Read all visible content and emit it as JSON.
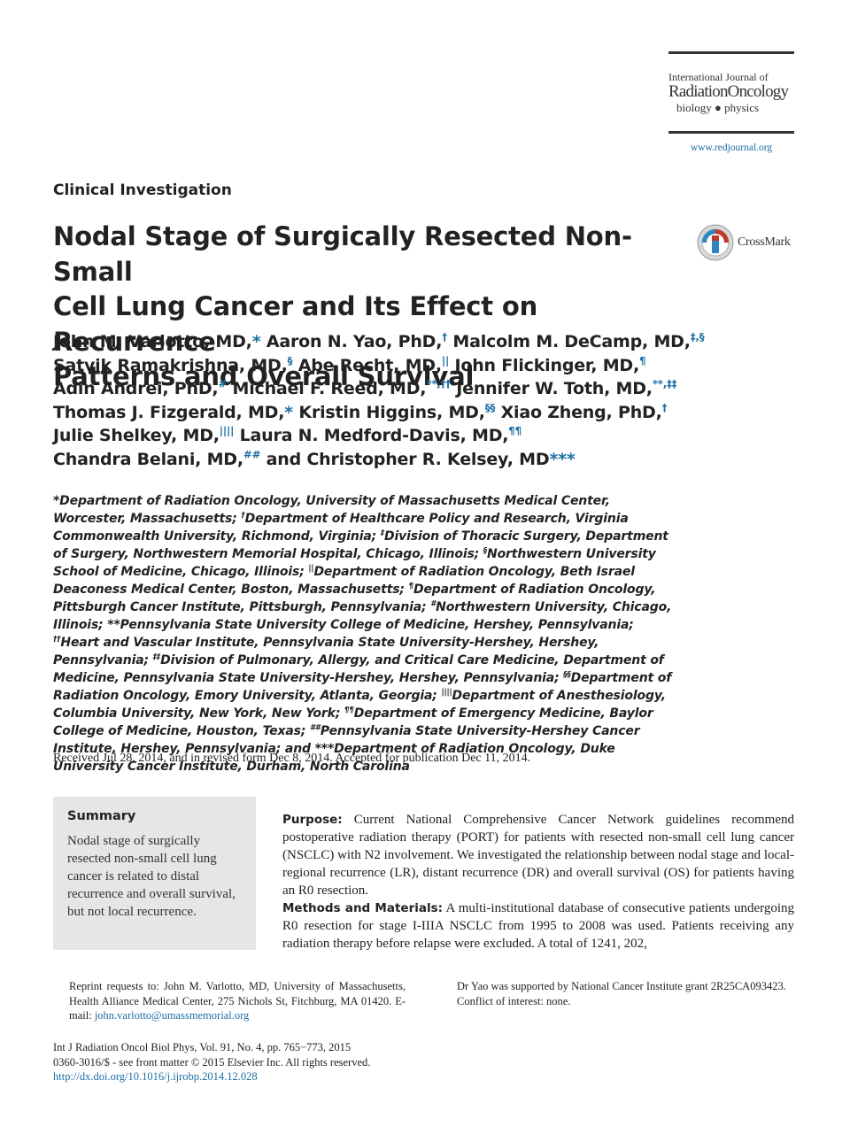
{
  "journal": {
    "line1": "International Journal of",
    "line2": "RadiationOncology",
    "line3": "biology ● physics",
    "url": "www.redjournal.org"
  },
  "section_label": "Clinical Investigation",
  "title": [
    "Nodal Stage of Surgically Resected Non-Small",
    "Cell Lung Cancer and Its Effect on Recurrence",
    "Patterns and Overall Survival"
  ],
  "crossmark": "CrossMark",
  "authors": {
    "l1a": "John M. Varlotto, MD,",
    "l1a_sup": "*",
    "l1b": " Aaron N. Yao, PhD,",
    "l1b_sup": "†",
    "l1c": " Malcolm M. DeCamp, MD,",
    "l1c_sup": "‡,§",
    "l2a": "Satvik Ramakrishna, MD,",
    "l2a_sup": "§",
    "l2b": " Abe Recht, MD,",
    "l2b_sup": "||",
    "l2c": " John Flickinger, MD,",
    "l2c_sup": "¶",
    "l3a": "Adin Andrei, PhD,",
    "l3a_sup": "#",
    "l3b": " Michael F. Reed, MD,",
    "l3b_sup": "**,††",
    "l3c": " Jennifer W. Toth, MD,",
    "l3c_sup": "**,‡‡",
    "l4a": "Thomas J. Fizgerald, MD,",
    "l4a_sup": "*",
    "l4b": " Kristin Higgins, MD,",
    "l4b_sup": "§§",
    "l4c": " Xiao Zheng, PhD,",
    "l4c_sup": "†",
    "l5a": "Julie Shelkey, MD,",
    "l5a_sup": "||||",
    "l5b": " Laura N. Medford-Davis, MD,",
    "l5b_sup": "¶¶",
    "l6a": "Chandra Belani, MD,",
    "l6a_sup": "##",
    "l6b": " and Christopher R. Kelsey, MD",
    "l6b_sup": "***"
  },
  "affiliations": {
    "a1": "*Department of Radiation Oncology, University of Massachusetts Medical Center, Worcester, Massachusetts; ",
    "s2": "†",
    "a2": "Department of Healthcare Policy and Research, Virginia Commonwealth University, Richmond, Virginia; ",
    "s3": "‡",
    "a3": "Division of Thoracic Surgery, Department of Surgery, Northwestern Memorial Hospital, Chicago, Illinois; ",
    "s4": "§",
    "a4": "Northwestern University School of Medicine, Chicago, Illinois; ",
    "s5": "||",
    "a5": "Department of Radiation Oncology, Beth Israel Deaconess Medical Center, Boston, Massachusetts; ",
    "s6": "¶",
    "a6": "Department of Radiation Oncology, Pittsburgh Cancer Institute, Pittsburgh, Pennsylvania; ",
    "s7": "#",
    "a7": "Northwestern University, Chicago, Illinois; **Pennsylvania State University College of Medicine, Hershey, Pennsylvania; ",
    "s8": "††",
    "a8": "Heart and Vascular Institute, Pennsylvania State University-Hershey, Hershey, Pennsylvania; ",
    "s9": "‡‡",
    "a9": "Division of Pulmonary, Allergy, and Critical Care Medicine, Department of Medicine, Pennsylvania State University-Hershey, Hershey, Pennsylvania; ",
    "s10": "§§",
    "a10": "Department of Radiation Oncology, Emory University, Atlanta, Georgia; ",
    "s11": "||||",
    "a11": "Department of Anesthesiology, Columbia University, New York, New York; ",
    "s12": "¶¶",
    "a12": "Department of Emergency Medicine, Baylor College of Medicine, Houston, Texas; ",
    "s13": "##",
    "a13": "Pennsylvania State University-Hershey Cancer Institute, Hershey, Pennsylvania; and ***Department of Radiation Oncology, Duke University Cancer Institute, Durham, North Carolina"
  },
  "received": "Received Jul 28, 2014, and in revised form Dec 8, 2014. Accepted for publication Dec 11, 2014.",
  "summary": {
    "title": "Summary",
    "body": "Nodal stage of surgically resected non-small cell lung cancer is related to distal recurrence and overall survival, but not local recurrence."
  },
  "abstract": {
    "purpose_label": "Purpose:",
    "purpose": " Current National Comprehensive Cancer Network guidelines recommend postoperative radiation therapy (PORT) for patients with resected non-small cell lung cancer (NSCLC) with N2 involvement. We investigated the relationship between nodal stage and local-regional recurrence (LR), distant recurrence (DR) and overall survival (OS) for patients having an R0 resection.",
    "methods_label": "Methods and Materials:",
    "methods": " A multi-institutional database of consecutive patients undergoing R0 resection for stage I-IIIA NSCLC from 1995 to 2008 was used. Patients receiving any radiation therapy before relapse were excluded. A total of 1241, 202,"
  },
  "footnotes": {
    "reprint_text": "Reprint requests to: John M. Varlotto, MD, University of Massachusetts, Health Alliance Medical Center, 275 Nichols St, Fitchburg, MA 01420. E-mail: ",
    "email": "john.varlotto@umassmemorial.org",
    "funding": "Dr Yao was supported by National Cancer Institute grant 2R25CA093423.",
    "conflict": "Conflict of interest: none.",
    "citation": "Int J Radiation Oncol Biol Phys, Vol. 91, No. 4, pp. 765−773, 2015",
    "issn": "0360-3016/$ - see front matter © 2015 Elsevier Inc. All rights reserved.",
    "doi": "http://dx.doi.org/10.1016/j.ijrobp.2014.12.028"
  },
  "colors": {
    "link_blue": "#1c6ea4",
    "summary_bg": "#e6e6e6"
  }
}
